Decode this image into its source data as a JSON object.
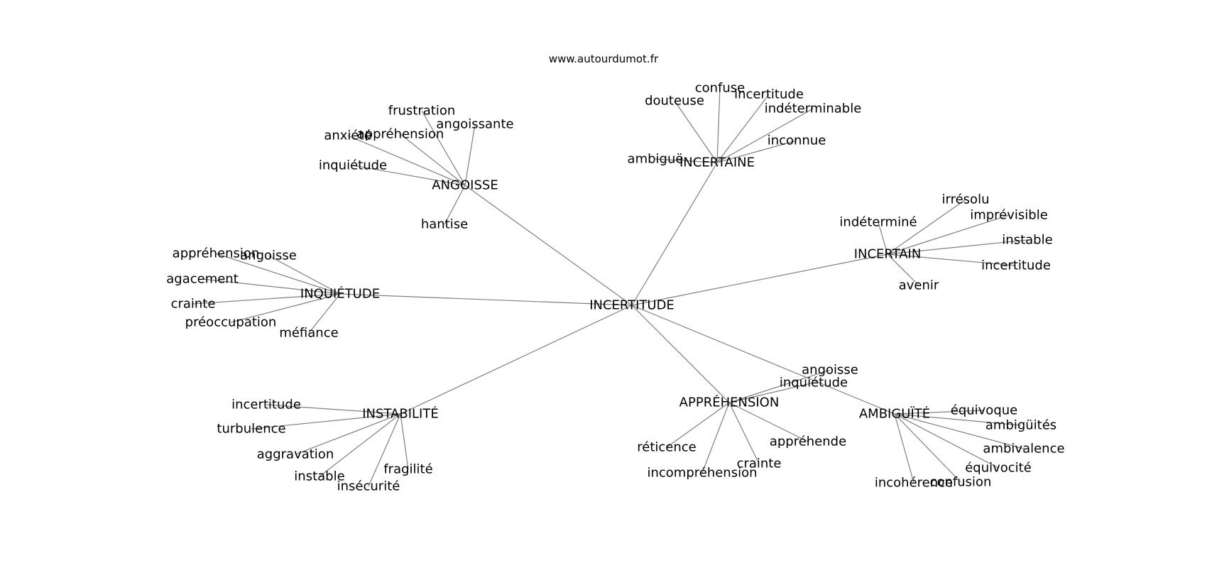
{
  "source": "www.autourdumot.fr",
  "center": "INCERTITUDE",
  "edge_color": "#808080",
  "clusters": [
    {
      "hub": "ANGOISSE",
      "leaves": [
        "frustration",
        "angoissante",
        "anxiété",
        "appréhension",
        "inquiétude",
        "hantise"
      ]
    },
    {
      "hub": "INCERTAINE",
      "leaves": [
        "confuse",
        "douteuse",
        "incertitude",
        "indéterminable",
        "inconnue",
        "ambiguë"
      ]
    },
    {
      "hub": "INCERTAIN",
      "leaves": [
        "irrésolu",
        "indéterminé",
        "imprévisible",
        "instable",
        "incertitude",
        "avenir"
      ]
    },
    {
      "hub": "INQUIÉTUDE",
      "leaves": [
        "appréhension",
        "angoisse",
        "agacement",
        "crainte",
        "préoccupation",
        "méfiance"
      ]
    },
    {
      "hub": "INSTABILITÉ",
      "leaves": [
        "incertitude",
        "turbulence",
        "aggravation",
        "instable",
        "insécurité",
        "fragilité"
      ]
    },
    {
      "hub": "APPRÉHENSION",
      "leaves": [
        "angoisse",
        "inquiétude",
        "réticence",
        "appréhende",
        "incompréhension",
        "crainte"
      ]
    },
    {
      "hub": "AMBIGUÏTÉ",
      "leaves": [
        "équivoque",
        "ambigüités",
        "ambivalence",
        "équivocité",
        "incohérence",
        "confusion"
      ]
    }
  ]
}
